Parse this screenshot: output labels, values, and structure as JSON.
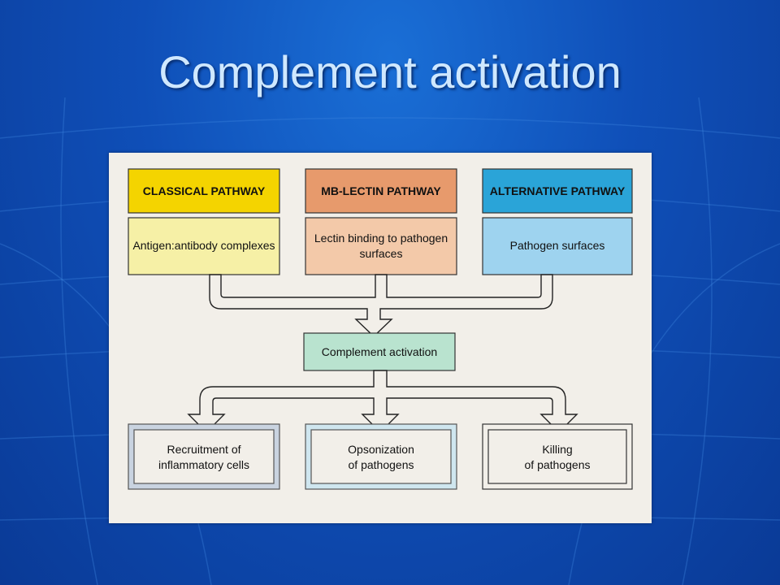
{
  "slide": {
    "title": "Complement activation"
  },
  "diagram": {
    "pathways": [
      {
        "name": "CLASSICAL PATHWAY",
        "trigger": "Antigen:antibody complexes",
        "header_color": "#f4d400",
        "body_color": "#f6f0a6"
      },
      {
        "name": "MB-LECTIN PATHWAY",
        "trigger_line1": "Lectin binding to pathogen",
        "trigger_line2": "surfaces",
        "header_color": "#e79a6c",
        "body_color": "#f3c9a9"
      },
      {
        "name": "ALTERNATIVE PATHWAY",
        "trigger": "Pathogen surfaces",
        "header_color": "#2aa4d8",
        "body_color": "#9ed3ef"
      }
    ],
    "center": {
      "label": "Complement activation",
      "color": "#b9e3cf"
    },
    "outcomes": [
      {
        "line1": "Recruitment of",
        "line2": "inflammatory cells"
      },
      {
        "line1": "Opsonization",
        "line2": "of pathogens"
      },
      {
        "line1": "Killing",
        "line2": "of pathogens"
      }
    ]
  }
}
